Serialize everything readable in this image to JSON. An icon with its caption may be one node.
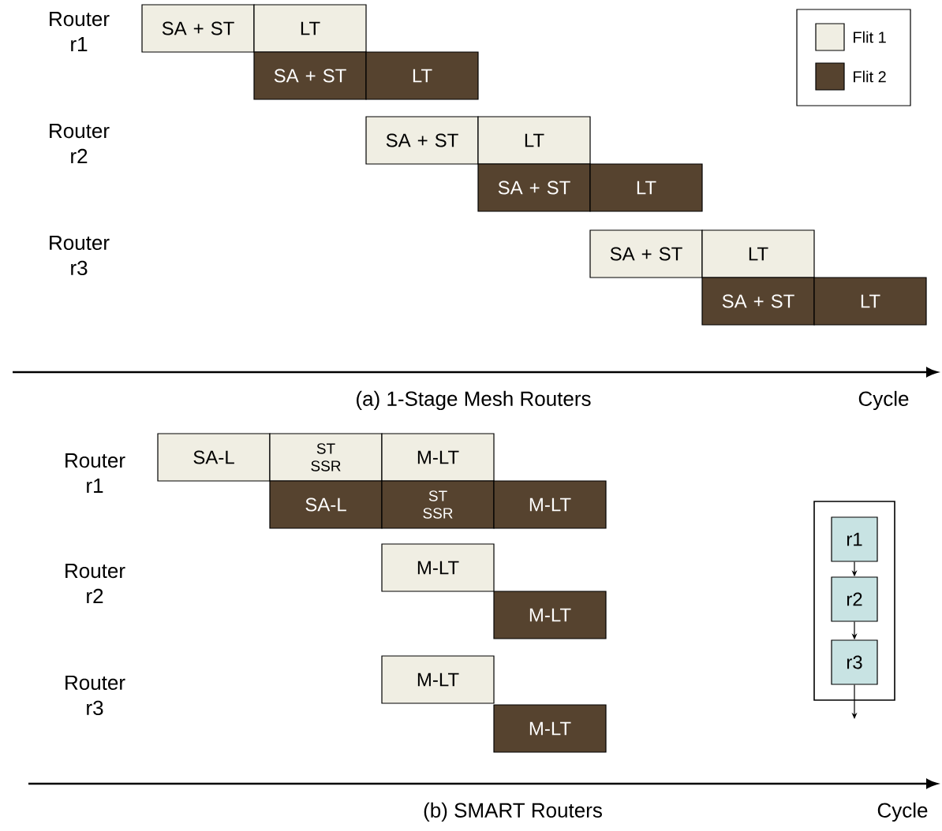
{
  "diagram": {
    "nodes": [
      {
        "text": [
          "SA + ST"
        ]
      },
      {
        "text": [
          "LT"
        ]
      },
      {
        "text": [
          "SA + ST"
        ]
      },
      {
        "text": [
          "LT"
        ]
      },
      {
        "text": [
          "SA + ST"
        ]
      },
      {
        "text": [
          "LT"
        ]
      },
      {
        "text": [
          "SA + ST"
        ]
      },
      {
        "text": [
          "LT"
        ]
      },
      {
        "text": [
          "SA + ST"
        ]
      },
      {
        "text": [
          "LT"
        ]
      },
      {
        "text": [
          "SA + ST"
        ]
      },
      {
        "text": [
          "LT"
        ]
      },
      {
        "text": [
          "SA-L"
        ]
      },
      {
        "text": [
          "ST SSR"
        ]
      },
      {
        "text": [
          "M-LT"
        ]
      },
      {
        "text": [
          "SA-L"
        ]
      },
      {
        "text": [
          "ST SSR"
        ]
      },
      {
        "text": [
          "M-LT"
        ]
      },
      {
        "text": [
          "M-LT"
        ]
      },
      {
        "text": [
          "M-LT"
        ]
      },
      {
        "text": [
          "M-LT"
        ]
      },
      {
        "text": [
          "M-LT"
        ]
      },
      {
        "text": [],
        "shape": "box"
      },
      {
        "text": [
          "r1"
        ],
        "in": 22
      },
      {
        "text": [
          "r2"
        ],
        "in": 22
      },
      {
        "text": [
          "r3"
        ],
        "in": 22
      }
    ],
    "edges": [
      {
        "from": 23,
        "to": 24,
        "arrow": "to"
      },
      {
        "from": 24,
        "to": 25,
        "arrow": "to"
      },
      {
        "from": 25,
        "to": null,
        "arrow": "to"
      }
    ],
    "labels": [
      "Router r1",
      "Router r2",
      "Router r3",
      "(a) 1-Stage Mesh  Routers",
      "Cycle",
      "Router r1",
      "Router r2",
      "Router r3",
      "(b) SMART Routers",
      "Cycle"
    ],
    "legend": [
      {
        "text": "Flit 1",
        "color": "#f0eee3"
      },
      {
        "text": "Flit 2",
        "color": "#56432f"
      }
    ]
  }
}
